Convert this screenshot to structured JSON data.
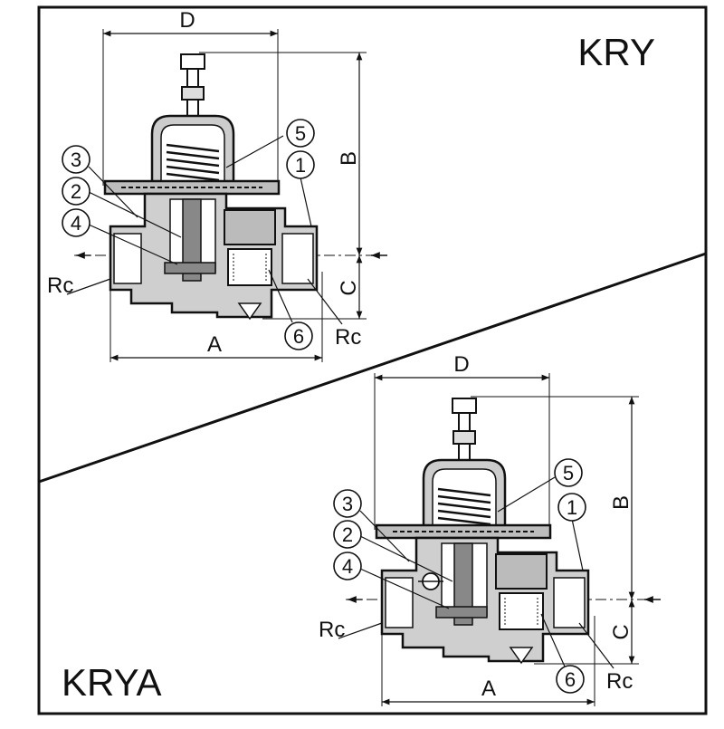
{
  "models": [
    {
      "title": "KRY",
      "dimensions": {
        "A": "A",
        "B": "B",
        "C": "C",
        "D": "D"
      },
      "ports": [
        "Rc",
        "Rc"
      ],
      "parts": [
        "1",
        "2",
        "3",
        "4",
        "5",
        "6"
      ]
    },
    {
      "title": "KRYA",
      "dimensions": {
        "A": "A",
        "B": "B",
        "C": "C",
        "D": "D"
      },
      "ports": [
        "Rc",
        "Rc"
      ],
      "parts": [
        "1",
        "2",
        "3",
        "4",
        "5",
        "6"
      ]
    }
  ],
  "colors": {
    "line": "#111111",
    "fill": "#bdbdbd",
    "dark": "#555555",
    "background": "#ffffff"
  }
}
